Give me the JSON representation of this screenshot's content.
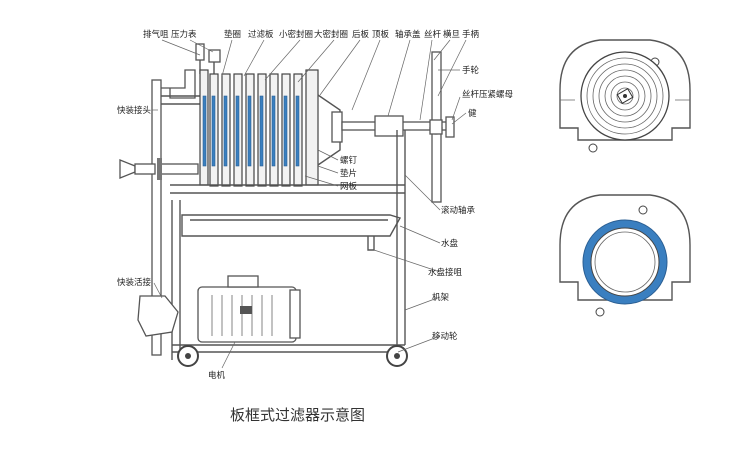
{
  "labels": {
    "exhaust_valve": "排气咀",
    "pressure_gauge": "压力表",
    "gasket": "垫圈",
    "filter_plate": "过滤板",
    "small_seal_ring": "小密封圈",
    "large_seal_ring": "大密封圈",
    "rear_plate": "后板",
    "top_plate": "顶板",
    "bearing_cover": "轴承盖",
    "screw_rod": "丝杆",
    "cross_beam": "横旦",
    "handle": "手柄",
    "handwheel": "手轮",
    "screw_lock_nut": "丝杆压紧螺母",
    "key": "健",
    "quick_connector": "快装接头",
    "bolt": "螺钉",
    "washer": "垫片",
    "mesh_plate": "网板",
    "rolling_bearing": "滚动轴承",
    "water_tray": "水盘",
    "water_tray_nozzle": "水盘接咀",
    "quick_union": "快装活接",
    "frame": "机架",
    "caster": "移动轮",
    "motor": "电机"
  },
  "caption": "板框式过滤器示意图"
}
